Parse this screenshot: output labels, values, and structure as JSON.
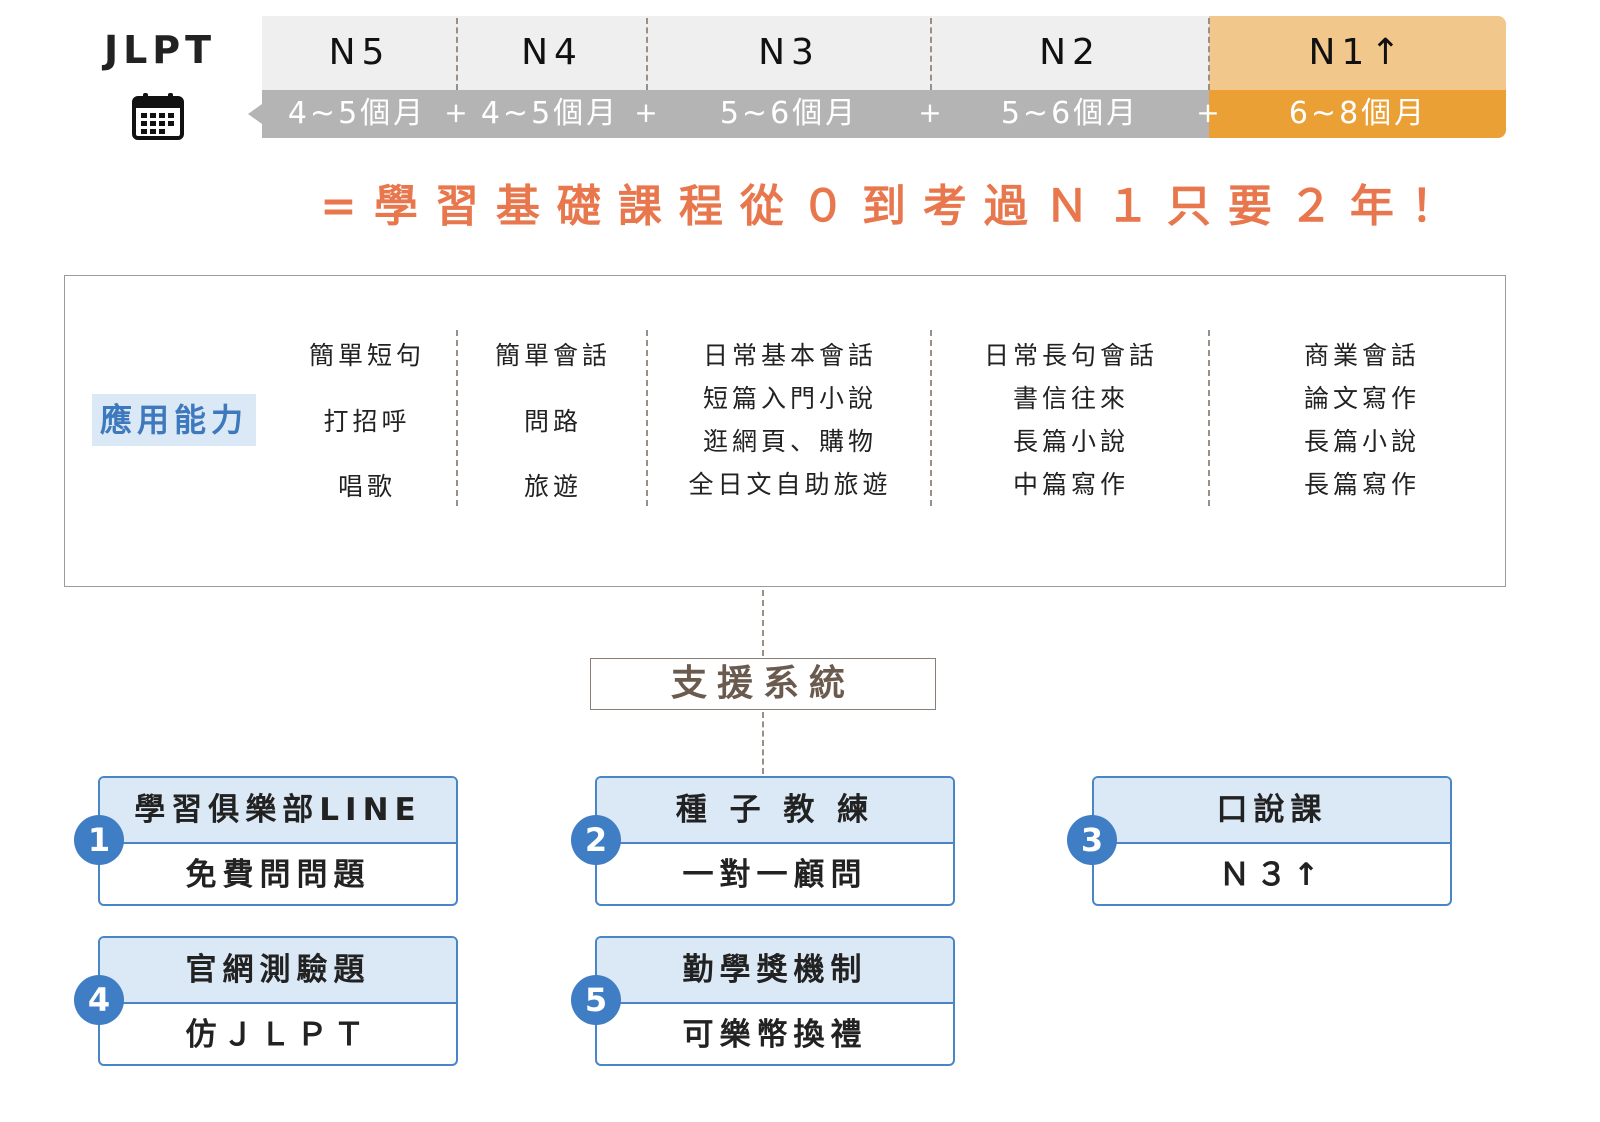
{
  "header": {
    "title": "JLPT",
    "levels": [
      "N5",
      "N4",
      "N3",
      "N2",
      "N1↑"
    ],
    "durations": [
      "4~5個月",
      "4~5個月",
      "5~6個月",
      "5~6個月",
      "6~8個月"
    ],
    "plus": "+"
  },
  "headline": "=學習基礎課程從０到考過Ｎ１只要２年！",
  "skills": {
    "label": "應用能力",
    "columns": [
      [
        "簡單短句",
        "打招呼",
        "唱歌"
      ],
      [
        "簡單會話",
        "問路",
        "旅遊"
      ],
      [
        "日常基本會話",
        "短篇入門小說",
        "逛網頁、購物",
        "全日文自助旅遊"
      ],
      [
        "日常長句會話",
        "書信往來",
        "長篇小說",
        "中篇寫作"
      ],
      [
        "商業會話",
        "論文寫作",
        "長篇小說",
        "長篇寫作"
      ]
    ]
  },
  "support": {
    "title": "支援系統",
    "cards": [
      {
        "num": "1",
        "top": "學習俱樂部LINE",
        "bottom": "免費問問題"
      },
      {
        "num": "2",
        "top": "種 子 教 練",
        "bottom": "一對一顧問"
      },
      {
        "num": "3",
        "top": "口說課",
        "bottom": "Ｎ３↑"
      },
      {
        "num": "4",
        "top": "官網測驗題",
        "bottom": "仿ＪＬＰＴ"
      },
      {
        "num": "5",
        "top": "勤學獎機制",
        "bottom": "可樂幣換禮"
      }
    ]
  },
  "colors": {
    "accent_orange": "#eba036",
    "accent_orange_light": "#f2c78c",
    "headline": "#e8774d",
    "blue": "#3f7dc4",
    "blue_light": "#dbe9f6"
  },
  "icons": {
    "calendar": "calendar-icon"
  }
}
